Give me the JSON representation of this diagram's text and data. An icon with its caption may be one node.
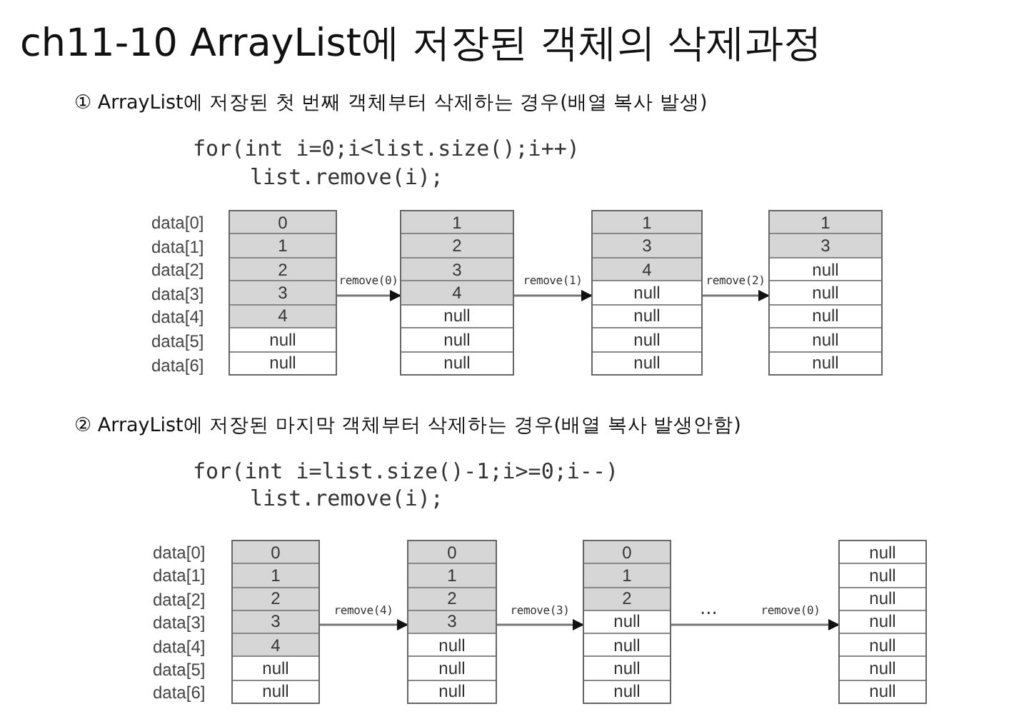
{
  "diagram": {
    "title": "ch11-10 ArrayList에 저장된 객체의 삭제과정",
    "nodes": [
      {
        "text": [
          "0",
          "1",
          "2",
          "3",
          "4",
          "null",
          "null"
        ]
      },
      {
        "text": [
          "1",
          "2",
          "3",
          "4",
          "null",
          "null",
          "null"
        ]
      },
      {
        "text": [
          "1",
          "3",
          "4",
          "null",
          "null",
          "null",
          "null"
        ]
      },
      {
        "text": [
          "1",
          "3",
          "null",
          "null",
          "null",
          "null",
          "null"
        ]
      },
      {
        "text": [
          "0",
          "1",
          "2",
          "3",
          "4",
          "null",
          "null"
        ]
      },
      {
        "text": [
          "0",
          "1",
          "2",
          "3",
          "null",
          "null",
          "null"
        ]
      },
      {
        "text": [
          "0",
          "1",
          "2",
          "null",
          "null",
          "null",
          "null"
        ]
      },
      {
        "text": [
          "null",
          "null",
          "null",
          "null",
          "null",
          "null",
          "null"
        ]
      }
    ],
    "edges": [
      {
        "from": 0,
        "to": 1,
        "arrow": "to",
        "label": "remove(0)"
      },
      {
        "from": 1,
        "to": 2,
        "arrow": "to",
        "label": "remove(1)"
      },
      {
        "from": 2,
        "to": 3,
        "arrow": "to",
        "label": "remove(2)"
      },
      {
        "from": 4,
        "to": 5,
        "arrow": "to",
        "label": "remove(4)"
      },
      {
        "from": 5,
        "to": 6,
        "arrow": "to",
        "label": "remove(3)"
      },
      {
        "from": 6,
        "to": 7,
        "arrow": "to",
        "label": "remove(0)"
      }
    ],
    "labels": [
      "① ArrayList에 저장된 첫 번째 객체부터 삭제하는 경우(배열 복사 발생)",
      "for(int i=0;i<list.size();i++)",
      "list.remove(i);",
      "data[0]",
      "data[1]",
      "data[2]",
      "data[3]",
      "data[4]",
      "data[5]",
      "data[6]",
      "② ArrayList에 저장된 마지막 객체부터 삭제하는 경우(배열 복사 발생안함)",
      "for(int i=list.size()-1;i>=0;i--)",
      "list.remove(i);",
      "data[0]",
      "data[1]",
      "data[2]",
      "data[3]",
      "data[4]",
      "data[5]",
      "data[6]",
      "..."
    ]
  }
}
